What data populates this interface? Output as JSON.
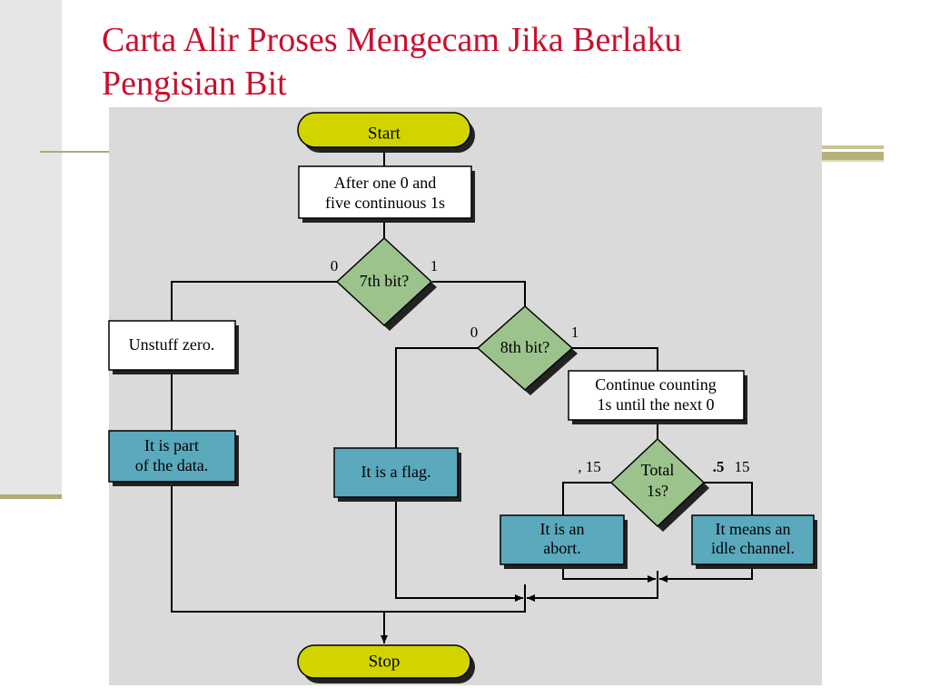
{
  "slide": {
    "title_line1": "Carta Alir Proses Mengecam Jika Berlaku",
    "title_line2": "Pengisian Bit"
  },
  "flowchart": {
    "start": "Start",
    "stop": "Stop",
    "after_zero": {
      "line1": "After one 0 and",
      "line2": "five continuous 1s"
    },
    "seventh_bit": {
      "label": "7th bit?",
      "left": "0",
      "right": "1"
    },
    "eighth_bit": {
      "label": "8th bit?",
      "left": "0",
      "right": "1"
    },
    "unstuff": "Unstuff zero.",
    "part_data": {
      "line1": "It is part",
      "line2": "of the data."
    },
    "flag": "It is a flag.",
    "continue_counting": {
      "line1": "Continue counting",
      "line2": "1s until the next 0"
    },
    "total": {
      "line1": "Total",
      "line2": "1s?",
      "left": ", 15",
      "right_prefix": ".5",
      "right_value": "15"
    },
    "abort": {
      "line1": "It is an",
      "line2": "abort."
    },
    "idle": {
      "line1": "It means an",
      "line2": "idle channel."
    }
  },
  "colors": {
    "title": "#c8102e",
    "terminal": "#d2d400",
    "decision": "#9dc38c",
    "result": "#5aa9bd",
    "process": "#ffffff",
    "panel": "#dadada"
  }
}
